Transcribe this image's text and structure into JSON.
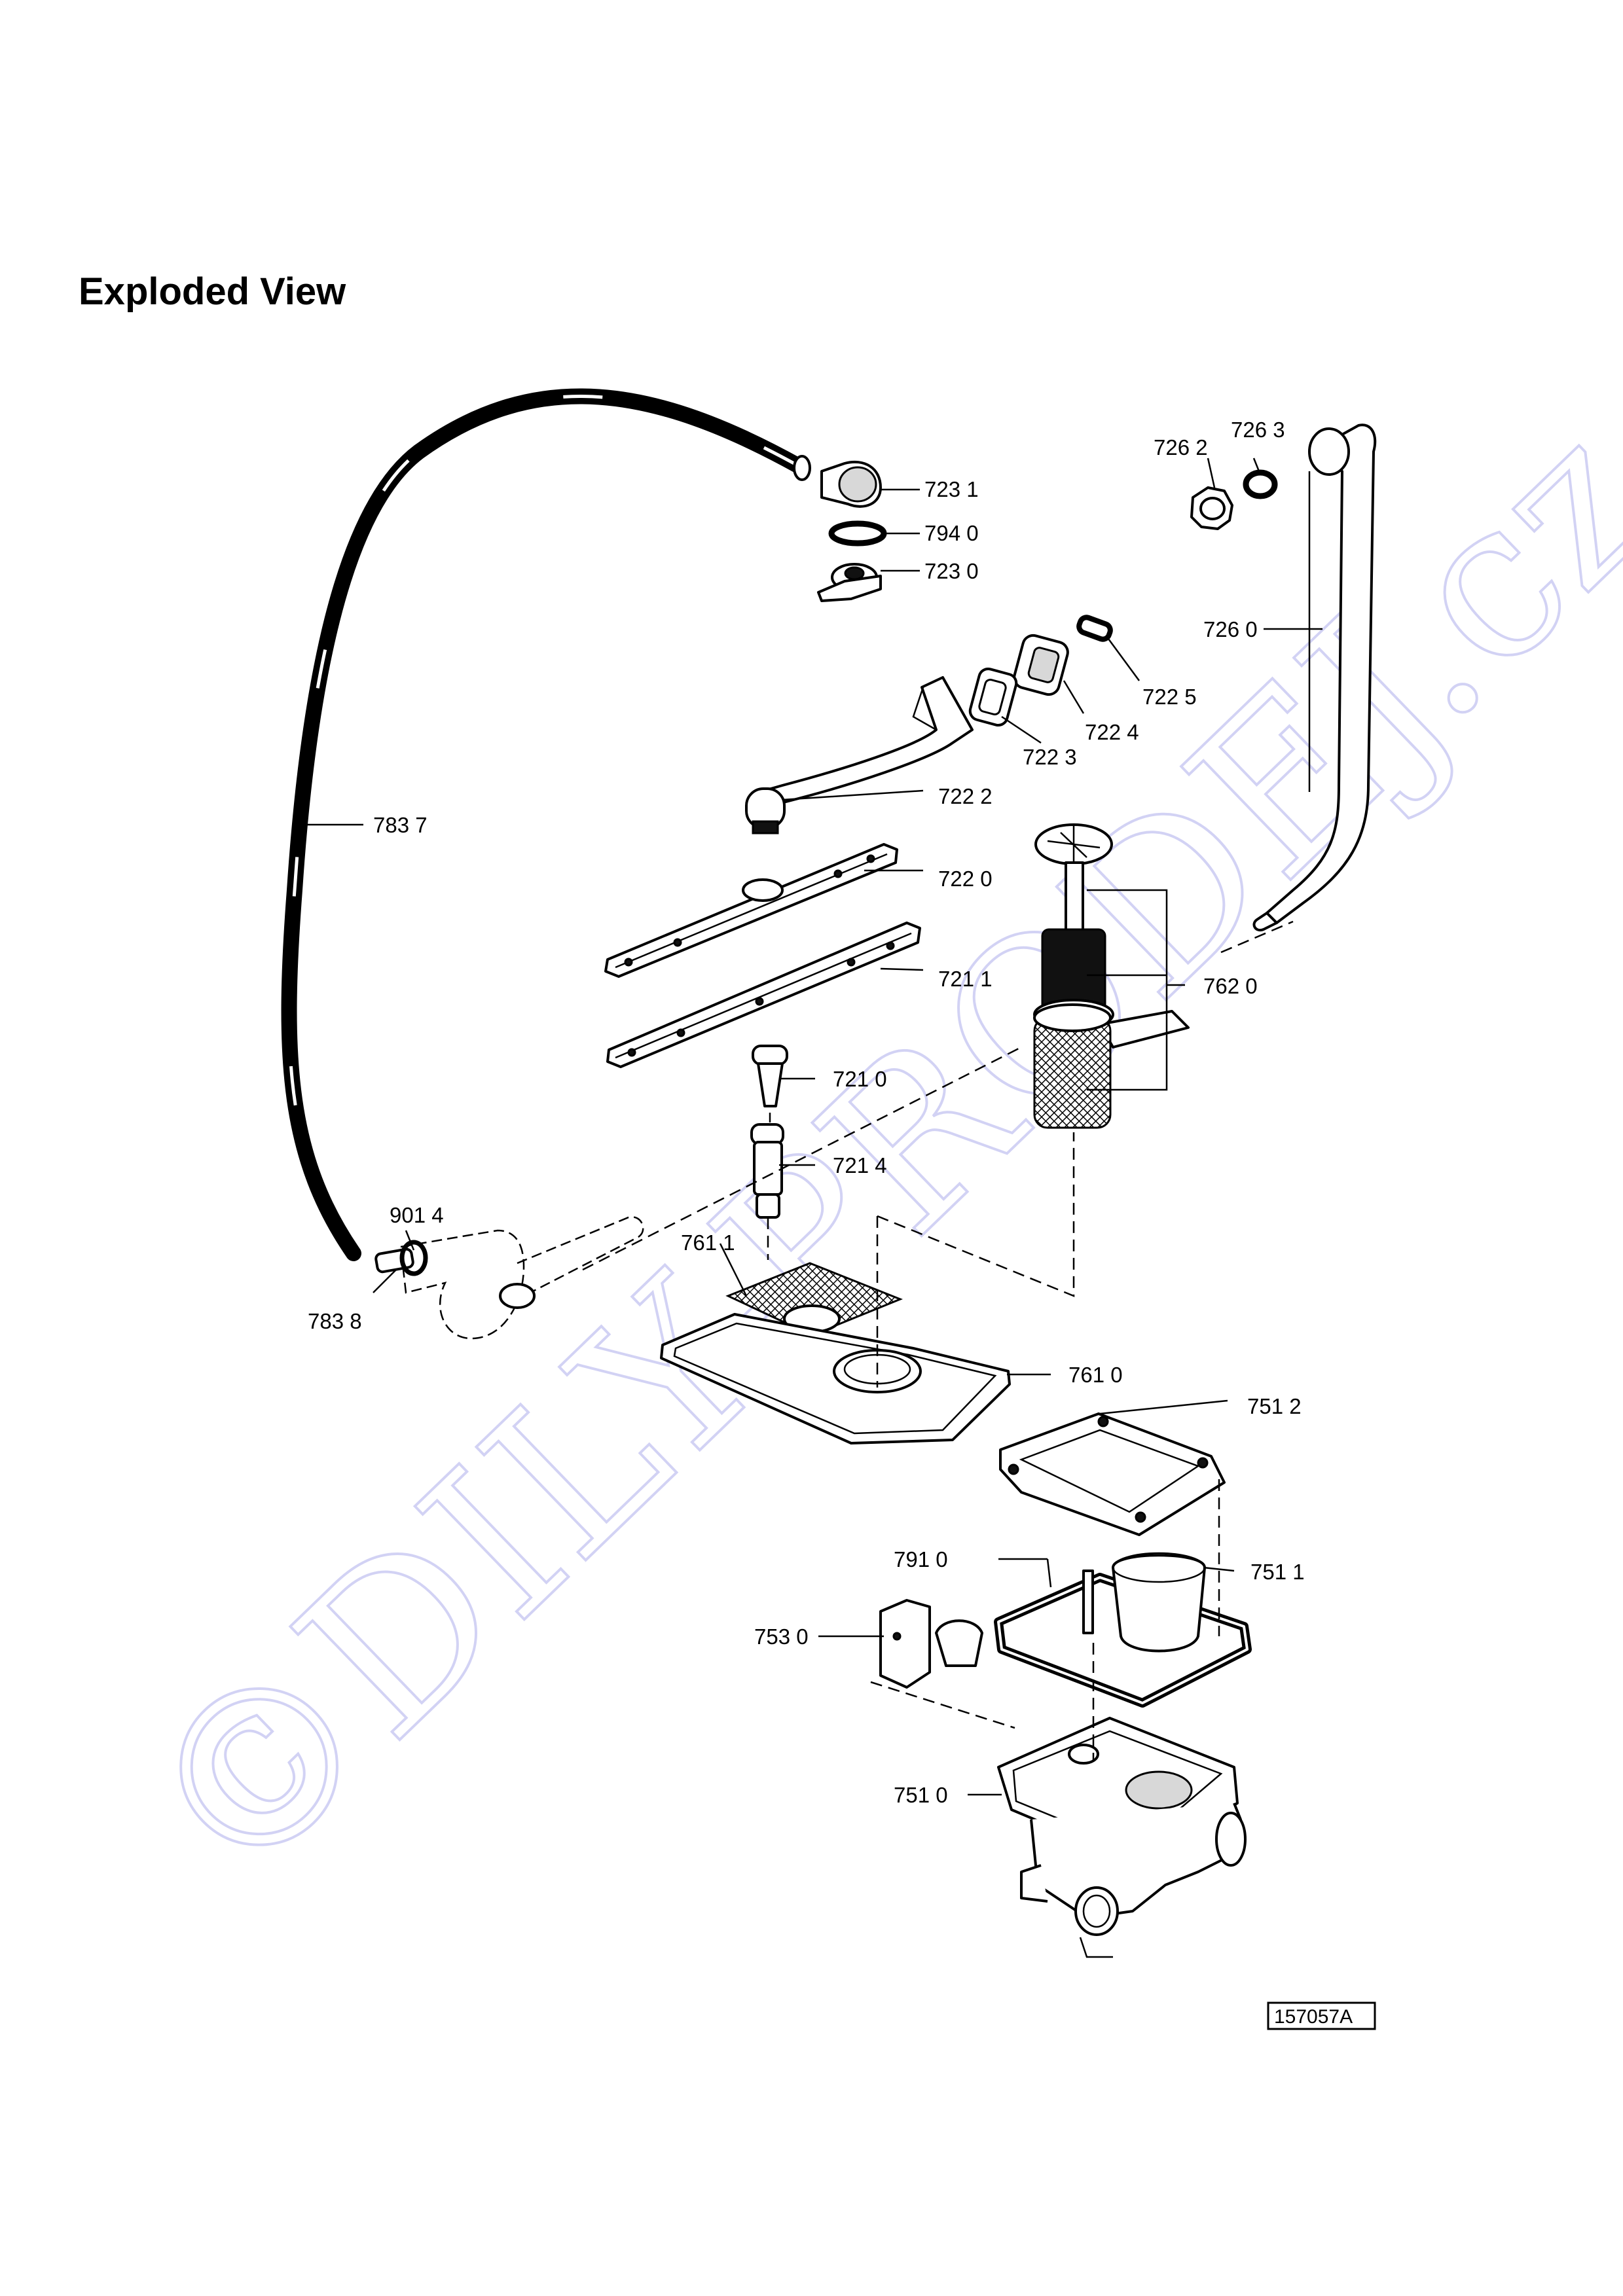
{
  "page": {
    "title": "Exploded View",
    "figure_code": "157057A",
    "watermark": "©DILY-PRODEJ.cz"
  },
  "parts": [
    {
      "id": "p7231",
      "label": "723 1"
    },
    {
      "id": "p7940",
      "label": "794 0"
    },
    {
      "id": "p7230",
      "label": "723 0"
    },
    {
      "id": "p7262",
      "label": "726 2"
    },
    {
      "id": "p7263",
      "label": "726 3"
    },
    {
      "id": "p7260",
      "label": "726 0"
    },
    {
      "id": "p7225",
      "label": "722 5"
    },
    {
      "id": "p7224",
      "label": "722 4"
    },
    {
      "id": "p7223",
      "label": "722 3"
    },
    {
      "id": "p7222",
      "label": "722 2"
    },
    {
      "id": "p7837",
      "label": "783 7"
    },
    {
      "id": "p7220",
      "label": "722 0"
    },
    {
      "id": "p7211",
      "label": "721 1"
    },
    {
      "id": "p7620",
      "label": "762 0"
    },
    {
      "id": "p7210",
      "label": "721 0"
    },
    {
      "id": "p7214",
      "label": "721 4"
    },
    {
      "id": "p9014",
      "label": "901 4"
    },
    {
      "id": "p7611",
      "label": "761 1"
    },
    {
      "id": "p7838",
      "label": "783 8"
    },
    {
      "id": "p7610",
      "label": "761 0"
    },
    {
      "id": "p7512",
      "label": "751 2"
    },
    {
      "id": "p7910",
      "label": "791 0"
    },
    {
      "id": "p7511",
      "label": "751 1"
    },
    {
      "id": "p7530",
      "label": "753 0"
    },
    {
      "id": "p7510",
      "label": "751 0"
    }
  ]
}
